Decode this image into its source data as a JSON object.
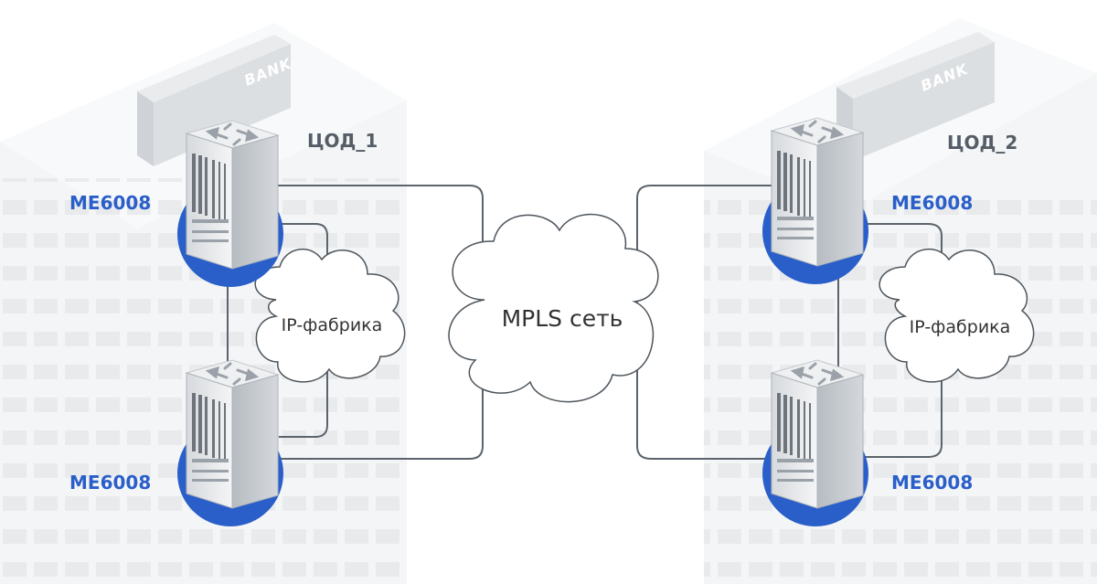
{
  "buildings": [
    {
      "sign": "BANK"
    },
    {
      "sign": "BANK"
    }
  ],
  "datacenters": [
    {
      "label": "ЦОД_1"
    },
    {
      "label": "ЦОД_2"
    }
  ],
  "devices": [
    {
      "label": "ME6008"
    },
    {
      "label": "ME6008"
    },
    {
      "label": "ME6008"
    },
    {
      "label": "ME6008"
    }
  ],
  "clouds": {
    "core": "MPLS сеть",
    "fabric_left": "IP-фабрика",
    "fabric_right": "IP-фабрика"
  },
  "colors": {
    "accent_blue": "#2a5fc9",
    "line": "#5b646c",
    "building": "#f1f2f3",
    "bank_sign": "#dcdfe2"
  }
}
